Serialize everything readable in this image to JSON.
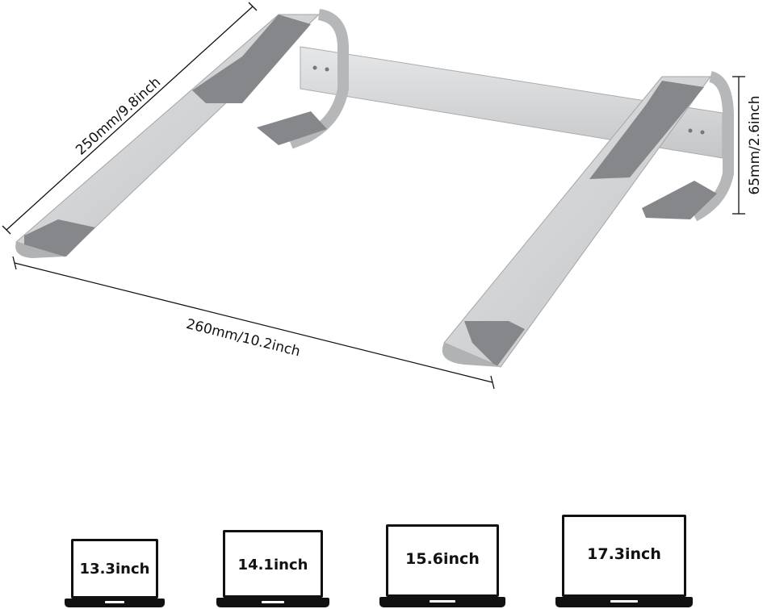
{
  "dimensions": {
    "depth": "250mm/9.8inch",
    "width": "260mm/10.2inch",
    "height": "65mm/2.6inch"
  },
  "sizes": [
    {
      "label": "13.3inch"
    },
    {
      "label": "14.1inch"
    },
    {
      "label": "15.6inch"
    },
    {
      "label": "17.3inch"
    }
  ],
  "colors": {
    "aluminum_light": "#d4d6d8",
    "aluminum_mid": "#b8babc",
    "pad_gray": "#85878a",
    "outline": "#111111"
  }
}
